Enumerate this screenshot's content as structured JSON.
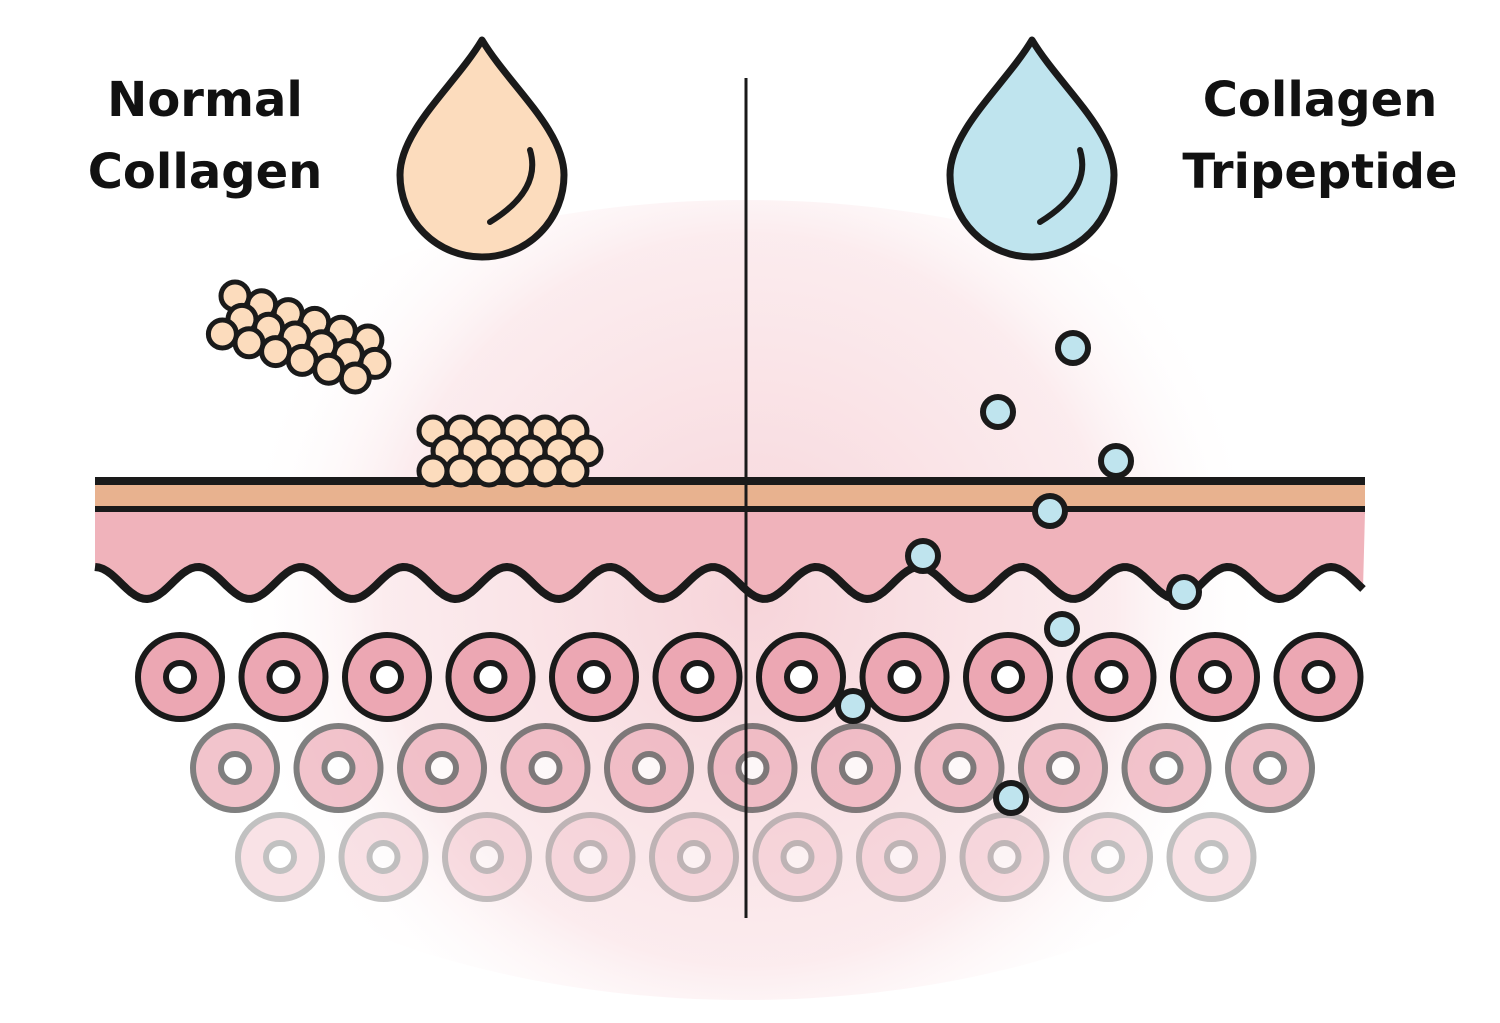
{
  "left_panel": {
    "title_line1": "Normal",
    "title_line2": "Collagen",
    "drop_color": "#fcdcbd",
    "particle_color": "#fcdcbd"
  },
  "right_panel": {
    "title_line1": "Collagen",
    "title_line2": "Tripeptide",
    "drop_color": "#bfe4ee",
    "particle_color": "#bfe4ee"
  },
  "colors": {
    "outline": "#1a1a1a",
    "epidermis_band": "#e8b28f",
    "dermis": "#f0b3bb",
    "cell": "#eca7b3"
  },
  "icons": {
    "left_drop": "liquid-drop-icon",
    "right_drop": "liquid-drop-icon"
  }
}
